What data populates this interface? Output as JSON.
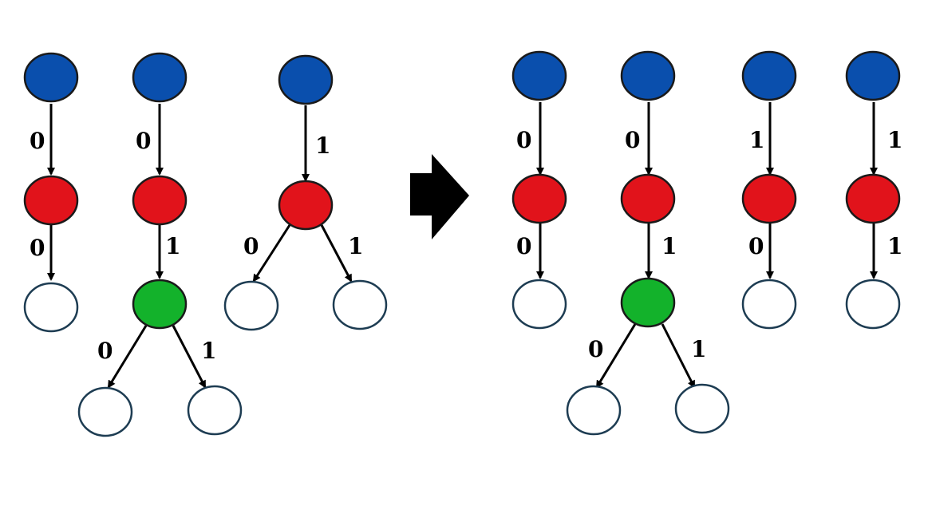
{
  "colors": {
    "blue": "#0a4fad",
    "red": "#e1131b",
    "green": "#13b22b",
    "leaf": "#ffffff",
    "leaf_stroke": "#1d3c52",
    "node_stroke": "#1a1a1a",
    "edge": "#000000",
    "arrow": "#000000"
  },
  "left_forest": {
    "edge_labels": {
      "t1_top": "0",
      "t1_bottom": "0",
      "t2_top": "0",
      "t2_mid": "1",
      "t2_left": "0",
      "t2_right": "1",
      "t3_top": "1",
      "t3_left": "0",
      "t3_right": "1"
    }
  },
  "right_forest": {
    "edge_labels": {
      "t1_top": "0",
      "t1_bottom": "0",
      "t2_top": "0",
      "t2_mid": "1",
      "t2_left": "0",
      "t2_right": "1",
      "t3_top": "1",
      "t3_bottom": "0",
      "t4_top": "1",
      "t4_bottom": "1"
    }
  },
  "transform_arrow_icon": "right-arrow-icon"
}
